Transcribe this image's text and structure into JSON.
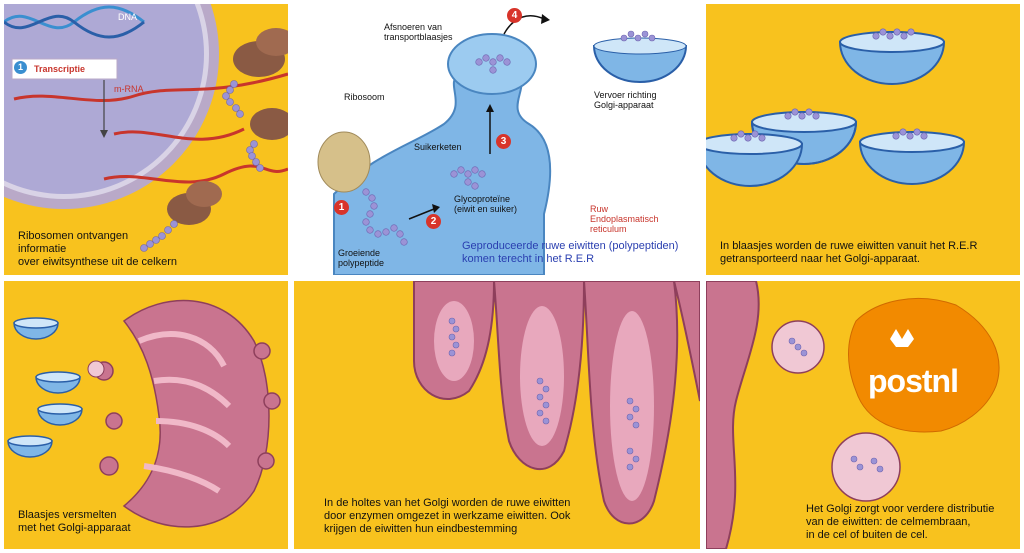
{
  "panels": {
    "p1": {
      "dna_label": "DNA",
      "step_number": "1",
      "transcription_label": "Transcriptie",
      "mrna_label": "m-RNA",
      "caption": "Ribosomen ontvangen\ninformatie\nover eiwitsynthese uit de celkern"
    },
    "p2": {
      "ribosome_label": "Ribosoom",
      "vesicle_pinch_label": "Afsnoeren van\ntransportblaasjes",
      "transport_label": "Vervoer richting\nGolgi-apparaat",
      "sugar_chains_label": "Suikerketen",
      "glycoprotein_label": "Glycoproteïne\n(eiwit en suiker)",
      "growing_polypeptide_label": "Groeiende\npolypeptide",
      "rer_label": "Ruw\nEndoplasmatisch\nreticulum",
      "caption": "Geproduceerde ruwe eiwitten (polypeptiden)\nkomen terecht in het R.E.R",
      "steps": [
        "1",
        "2",
        "3",
        "4"
      ]
    },
    "p3": {
      "caption": "In blaasjes worden de ruwe eiwitten vanuit het R.E.R\ngetransporteerd naar het Golgi-apparaat."
    },
    "p4": {
      "caption": "Blaasjes versmelten\nmet het Golgi-apparaat"
    },
    "p5": {
      "caption": "In de holtes van het Golgi worden de ruwe eiwitten\ndoor enzymen omgezet in werkzame eiwitten. Ook\nkrijgen de eiwitten hun eindbestemming"
    },
    "p6": {
      "logo_text": "postnl",
      "caption": "Het Golgi zorgt voor verdere distributie\nvan de eiwitten: de celmembraan,\nin de cel of buiten de cel."
    }
  },
  "colors": {
    "panel_bg": "#f8c21e",
    "membrane_pink": "#c9748f",
    "er_blue": "#7fb6e6",
    "ribosome_brown": "#8a5a44",
    "protein_bead": "#9b93d6",
    "mrna_red": "#c8352c",
    "step_red": "#d8342a",
    "postnl_orange": "#f28a00"
  }
}
